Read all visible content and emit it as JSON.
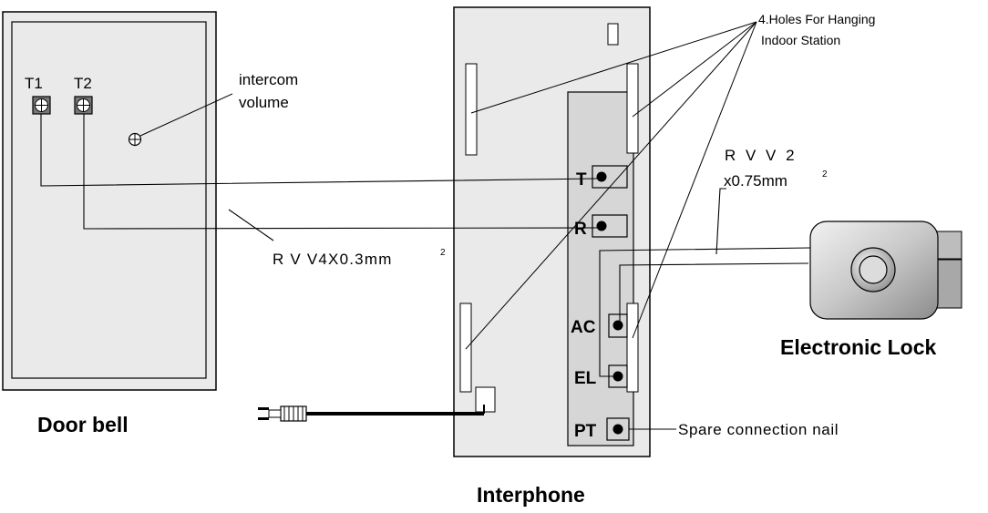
{
  "door_bell": {
    "title": "Door bell",
    "terminal_1": "T1",
    "terminal_2": "T2",
    "volume_label_line1": "intercom",
    "volume_label_line2": "volume"
  },
  "interphone": {
    "title": "Interphone",
    "terminals": {
      "t": "T",
      "r": "R",
      "ac": "AC",
      "el": "EL",
      "pt": "PT"
    },
    "holes_label_line1": "4.Holes For Hanging",
    "holes_label_line2": "Indoor Station"
  },
  "cable_main": {
    "text": "R V V4X0.3mm",
    "sup": "2"
  },
  "cable_lock": {
    "line1": "R V V 2",
    "line2": "x0.75mm",
    "sup": "2"
  },
  "electronic_lock": {
    "title": "Electronic Lock"
  },
  "spare": {
    "label": "Spare connection nail"
  },
  "colors": {
    "panel_fill": "#eaeaea",
    "inner_panel_fill": "#d6d6d6",
    "line": "#000000"
  }
}
